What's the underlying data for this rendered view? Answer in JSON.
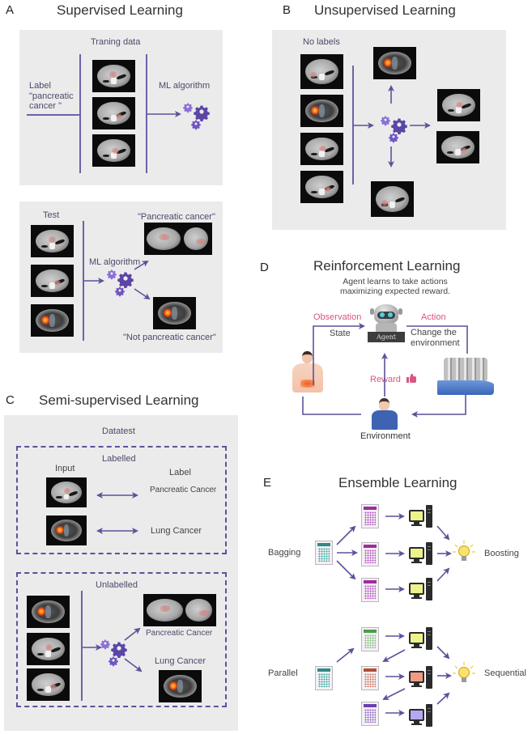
{
  "panels": {
    "A": {
      "letter": "A",
      "title": "Supervised Learning",
      "training": {
        "heading": "Traning data",
        "label_lines": [
          "Label",
          "\"pancreatic",
          "cancer \""
        ],
        "algorithm": "ML algorithm"
      },
      "test": {
        "heading": "Test",
        "algorithm": "ML algorithm",
        "positive": "\"Pancreatic cancer\"",
        "negative": "\"Not pancreatic cancer\""
      }
    },
    "B": {
      "letter": "B",
      "title": "Unsupervised Learning",
      "heading": "No labels"
    },
    "C": {
      "letter": "C",
      "title": "Semi-supervised Learning",
      "dataset_heading": "Datatest",
      "labelled": {
        "heading": "Labelled",
        "input_col": "Input",
        "label_col": "Label",
        "rows": [
          {
            "label": "Pancreatic Cancer",
            "scan": "abdomen"
          },
          {
            "label": "Lung Cancer",
            "scan": "lung"
          }
        ]
      },
      "unlabelled": {
        "heading": "Unlabelled",
        "out_pancreatic": "Pancreatic Cancer",
        "out_lung": "Lung Cancer"
      }
    },
    "D": {
      "letter": "D",
      "title": "Reinforcement Learning",
      "subtitle_lines": [
        "Agent learns to take actions",
        "maximizing expected reward."
      ],
      "observation": "Observation",
      "state": "State",
      "action": "Action",
      "change_lines": [
        "Change the",
        "environment"
      ],
      "agent_badge": "Agent",
      "reward": "Reward",
      "environment": "Environment"
    },
    "E": {
      "letter": "E",
      "title": "Ensemble Learning",
      "top": {
        "left_label": "Bagging",
        "right_label": "Boosting"
      },
      "bottom": {
        "left_label": "Parallel",
        "right_label": "Sequential"
      }
    }
  },
  "colors": {
    "accent_purple": "#6d62a8",
    "text_purple": "#5b4f8a",
    "pink": "#d9567f",
    "panel_gray": "#ebebeb"
  },
  "icons": {
    "gears": "gears-icon",
    "ct_abdomen": "ct-abdomen-scan",
    "ct_lung": "ct-lung-scan",
    "robot": "robot-agent-icon",
    "thumbs_up": "thumbs-up-icon",
    "patient": "patient-icon",
    "surgical_robot": "surgical-robot-icon",
    "person": "person-icon",
    "data_sheet": "data-sheet-icon",
    "computer": "computer-icon",
    "light_bulb": "light-bulb-icon"
  }
}
